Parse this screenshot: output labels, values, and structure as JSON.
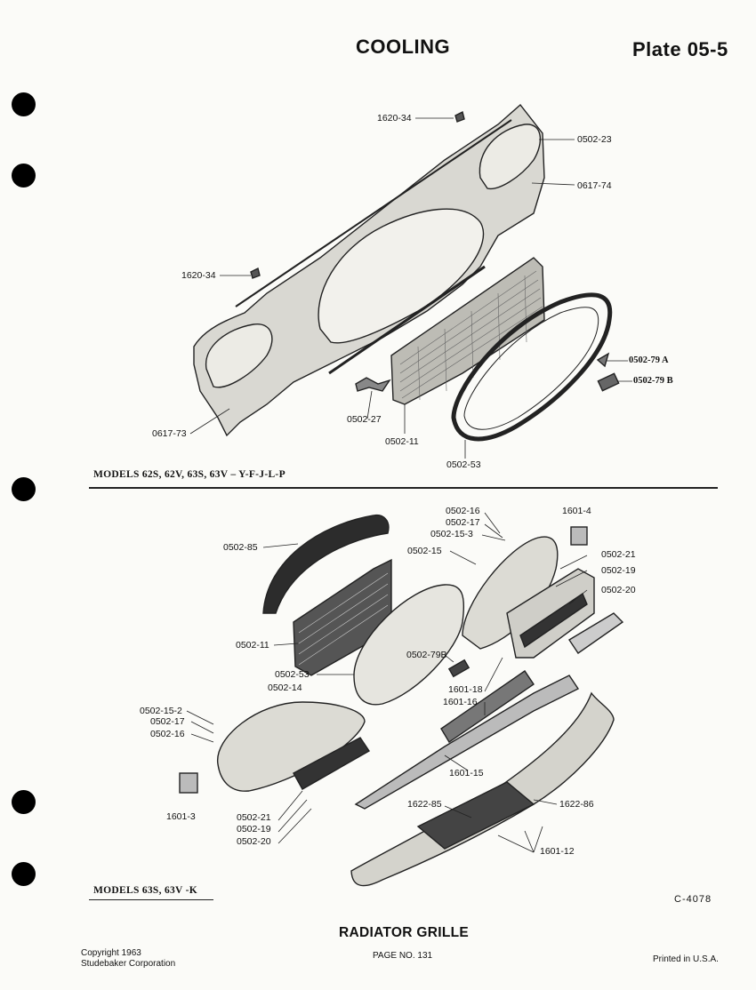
{
  "header": {
    "section": "COOLING",
    "plate": "Plate 05-5"
  },
  "upper": {
    "models": "MODELS 62S, 62V, 63S, 63V – Y-F-J-L-P",
    "labels": [
      "1620-34",
      "0502-23",
      "0617-74",
      "1620-34",
      "0502-79 A",
      "0502-79 B",
      "0617-73",
      "0502-27",
      "0502-11",
      "0502-53"
    ]
  },
  "lower": {
    "models": "MODELS 63S, 63V -K",
    "labels": [
      "0502-16",
      "0502-17",
      "0502-15-3",
      "1601-4",
      "0502-15",
      "0502-21",
      "0502-19",
      "0502-20",
      "0502-85",
      "0502-11",
      "0502-53",
      "0502-79B",
      "0502-14",
      "1601-18",
      "1601-16",
      "0502-15-2",
      "0502-17",
      "0502-16",
      "1601-15",
      "1601-3",
      "0502-21",
      "0502-19",
      "0502-20",
      "1622-85",
      "1622-86",
      "1601-12"
    ]
  },
  "code": "C-4078",
  "caption": "RADIATOR GRILLE",
  "footer": {
    "copyright_line1": "Copyright 1963",
    "copyright_line2": "Studebaker Corporation",
    "page": "PAGE NO. 131",
    "printed": "Printed in U.S.A."
  }
}
